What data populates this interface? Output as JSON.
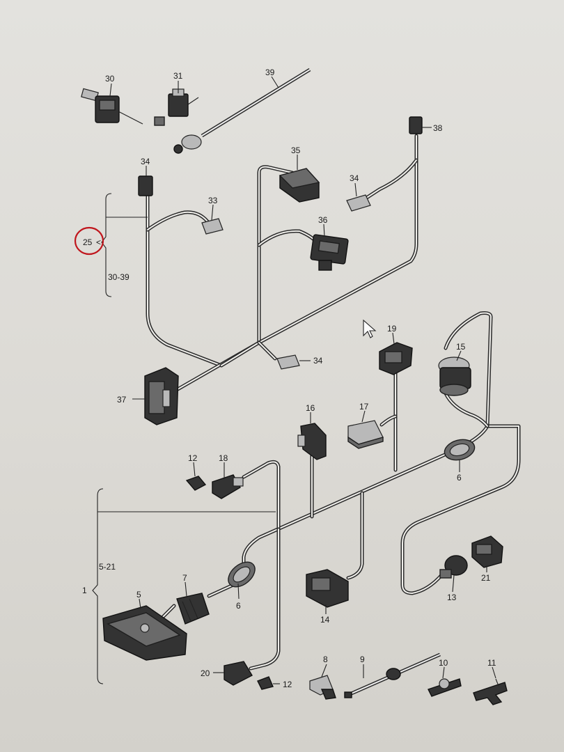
{
  "diagram": {
    "callouts": {
      "c30": "30",
      "c31": "31",
      "c39": "39",
      "c38": "38",
      "c35": "35",
      "c34a": "34",
      "c34b": "34",
      "c34c": "34",
      "c33": "33",
      "c36": "36",
      "c37": "37",
      "c19": "19",
      "c15": "15",
      "c16": "16",
      "c17": "17",
      "c12a": "12",
      "c18": "18",
      "c6a": "6",
      "c6b": "6",
      "c7": "7",
      "c5": "5",
      "c14": "14",
      "c13": "13",
      "c21": "21",
      "c20": "20",
      "c12b": "12",
      "c8": "8",
      "c9": "9",
      "c10": "10",
      "c11": "11"
    },
    "bracket_top": {
      "ref": "25",
      "range": "30-39"
    },
    "bracket_bottom": {
      "ref": "1",
      "range": "5-21"
    },
    "marker_color": "#c0161d",
    "cursor_icon": "mouse-pointer-icon"
  }
}
